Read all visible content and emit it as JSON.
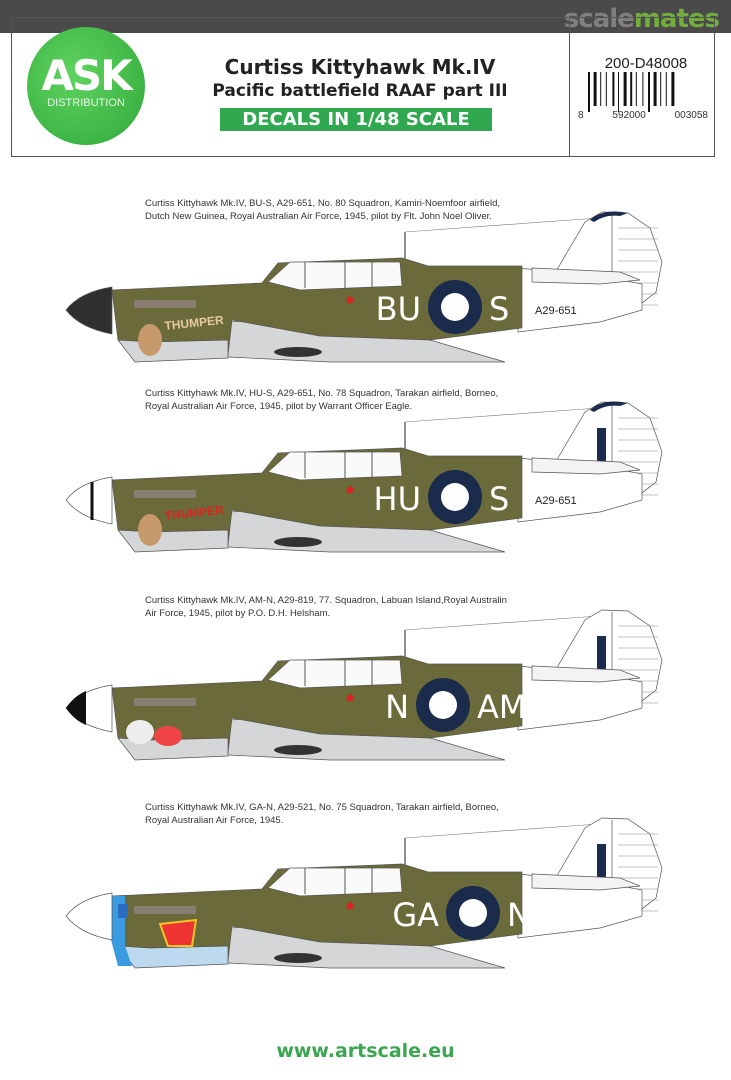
{
  "watermark": {
    "part1": "scale",
    "part2": "mates"
  },
  "logo": {
    "brand": "ASK",
    "sub": "DISTRIBUTION",
    "color": "#3cba45"
  },
  "header": {
    "title": "Curtiss Kittyhawk Mk.IV",
    "subtitle": "Pacific battlefield RAAF part III",
    "scale_badge": "DECALS IN 1/48 SCALE",
    "product_code": "200-D48008",
    "barcode_digits": [
      "8",
      "592000",
      "003058"
    ]
  },
  "colors": {
    "olive": "#6b6a3a",
    "grey": "#d4d6d8",
    "roundel": "#1a2b4c",
    "accent_green": "#2fa84f"
  },
  "profiles": [
    {
      "caption_1": "Curtiss Kittyhawk Mk.IV, BU-S, A29-651, No. 80 Squadron, Kamiri-Noemfoor airfield,",
      "caption_2": "Dutch New Guinea, Royal Australian Air Force, 1945, pilot by Flt. John Noel Oliver.",
      "code_left": "BU",
      "code_right": "S",
      "serial": "A29-651",
      "nose_art": "THUMPER",
      "spinner": "#2f2f2f",
      "nose": "olive",
      "fin_cap": true
    },
    {
      "caption_1": "Curtiss Kittyhawk Mk.IV, HU-S, A29-651, No. 78 Squadron, Tarakan airfield, Borneo,",
      "caption_2": "Royal Australian Air Force, 1945, pilot by Warrant Officer Eagle.",
      "code_left": "HU",
      "code_right": "S",
      "serial": "A29-651",
      "nose_art": "THUMPER",
      "spinner": "#ffffff",
      "nose": "olive",
      "fin_cap": true
    },
    {
      "caption_1": "Curtiss Kittyhawk Mk.IV, AM-N, A29-819, 77. Squadron, Labuan Island,Royal Australin",
      "caption_2": "Air Force, 1945, pilot by P.O. D.H. Helsham.",
      "code_left": "N",
      "code_right": "AM",
      "serial": "",
      "nose_art": "",
      "spinner": "#ffffff",
      "nose": "olive",
      "fin_cap": false
    },
    {
      "caption_1": "Curtiss Kittyhawk Mk.IV, GA-N, A29-521, No. 75 Squadron, Tarakan airfield, Borneo,",
      "caption_2": "Royal Australian Air Force, 1945.",
      "code_left": "GA",
      "code_right": "N",
      "serial": "",
      "nose_art": "",
      "spinner": "#ffffff",
      "nose": "#3a9be0",
      "fin_cap": false
    }
  ],
  "footer": {
    "url": "www.artscale.eu"
  }
}
